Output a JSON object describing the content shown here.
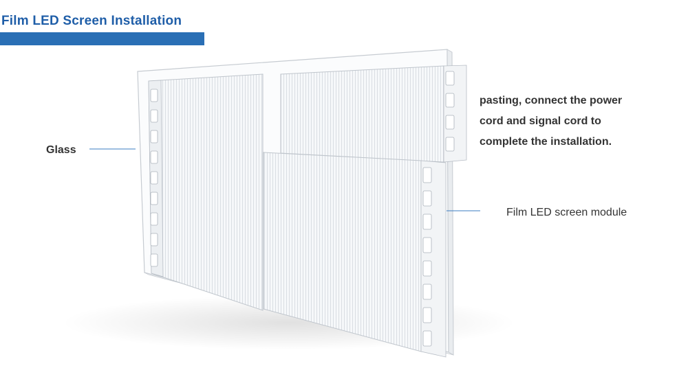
{
  "header": {
    "title": "Film LED Screen Installation"
  },
  "labels": {
    "glass": "Glass",
    "module": "Film LED screen module"
  },
  "note": {
    "lines": [
      "pasting, connect the power",
      "cord and signal cord to",
      "complete the installation."
    ]
  },
  "colors": {
    "accent": "#2a6fb5",
    "title": "#1f5ea8",
    "leader": "#3a7bc0"
  }
}
